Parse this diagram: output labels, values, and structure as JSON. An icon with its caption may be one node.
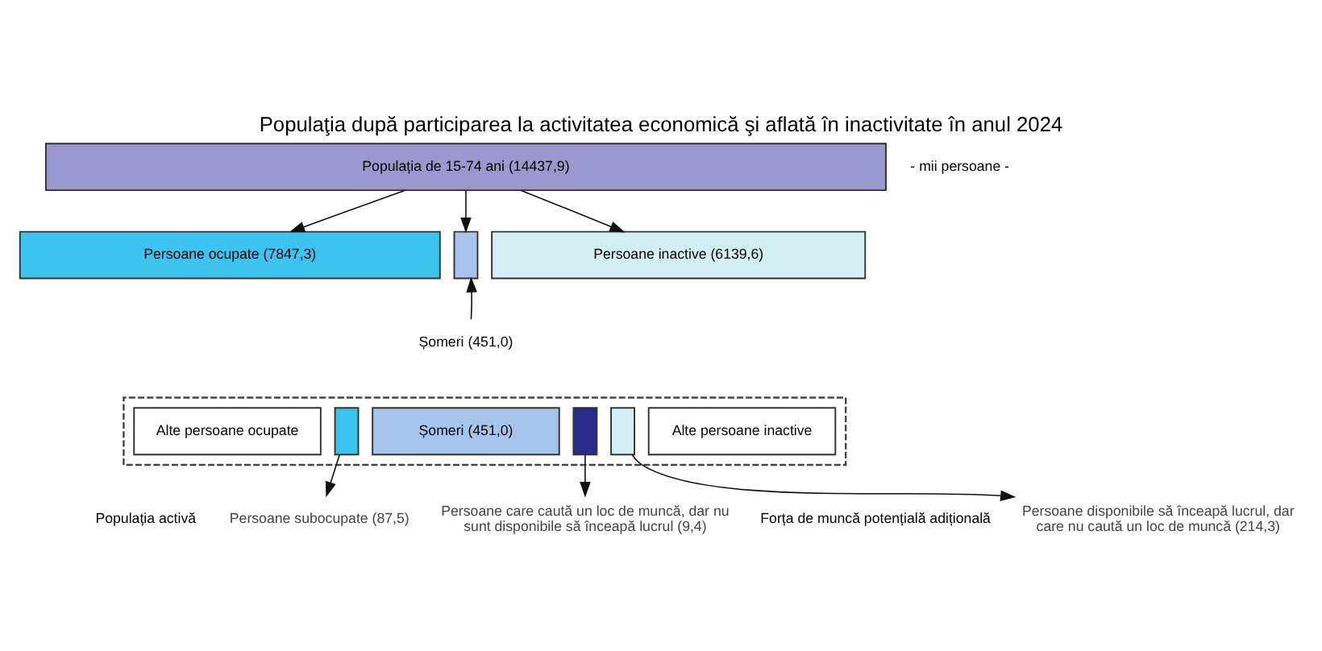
{
  "diagram": {
    "title": "Populaţia după participarea la activitatea economică şi aflată în inactivitate în anul 2024",
    "nodes": [
      {
        "text": [
          "Populația de 15-74 ani (14437,9)"
        ]
      },
      {
        "text": [
          "Persoane ocupate (7847,3)"
        ]
      },
      {
        "text": [],
        "shape": "bar"
      },
      {
        "text": [
          "Persoane inactive (6139,6)"
        ]
      },
      {
        "text": [
          "Șomeri (451,0)"
        ]
      },
      {
        "text": [],
        "shape": "box"
      },
      {
        "text": [
          "Alte persoane ocupate"
        ],
        "in": 5
      },
      {
        "text": [],
        "shape": "bar",
        "in": 5
      },
      {
        "text": [
          "Șomeri (451,0)"
        ],
        "in": 5
      },
      {
        "text": [],
        "shape": "bar",
        "in": 5
      },
      {
        "text": [],
        "shape": "bar",
        "in": 5
      },
      {
        "text": [
          "Alte persoane inactive"
        ],
        "in": 5
      },
      {
        "text": [
          "Persoane subocupate (87,5)"
        ]
      },
      {
        "text": [
          "Persoane care caută un loc de muncă, dar nu sunt disponibile să înceapă lucrul (9,4)"
        ]
      },
      {
        "text": [
          "Persoane disponibile să înceapă lucrul, dar care nu caută un loc de muncă (214,3)"
        ]
      }
    ],
    "edges": [
      {
        "from": 0,
        "to": 1,
        "arrow": "to"
      },
      {
        "from": 0,
        "to": 2,
        "arrow": "to"
      },
      {
        "from": 0,
        "to": 3,
        "arrow": "to"
      },
      {
        "from": 4,
        "to": 2,
        "arrow": "to"
      },
      {
        "from": 7,
        "to": 12,
        "arrow": "to"
      },
      {
        "from": 9,
        "to": 13,
        "arrow": "to"
      },
      {
        "from": 10,
        "to": 14,
        "arrow": "to"
      }
    ],
    "labels": [
      "- mii persoane -",
      "Populația activă",
      "Forța de muncă potențială adițională"
    ]
  }
}
